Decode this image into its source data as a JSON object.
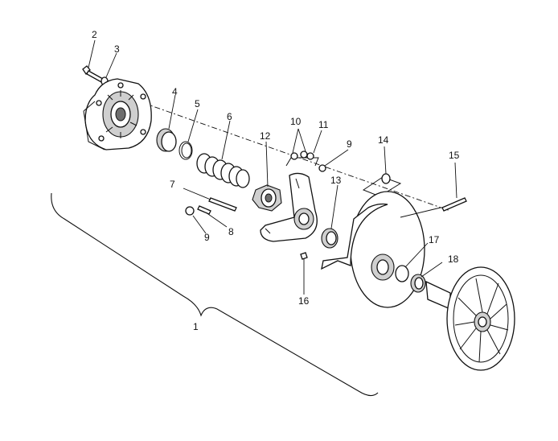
{
  "diagram": {
    "callouts": {
      "c1": "1",
      "c2": "2",
      "c3": "3",
      "c4": "4",
      "c5": "5",
      "c6": "6",
      "c7": "7",
      "c8": "8",
      "c9a": "9",
      "c9b": "9",
      "c10": "10",
      "c11": "11",
      "c12": "12",
      "c13": "13",
      "c14": "14",
      "c15": "15",
      "c16": "16",
      "c17": "17",
      "c18": "18"
    }
  }
}
